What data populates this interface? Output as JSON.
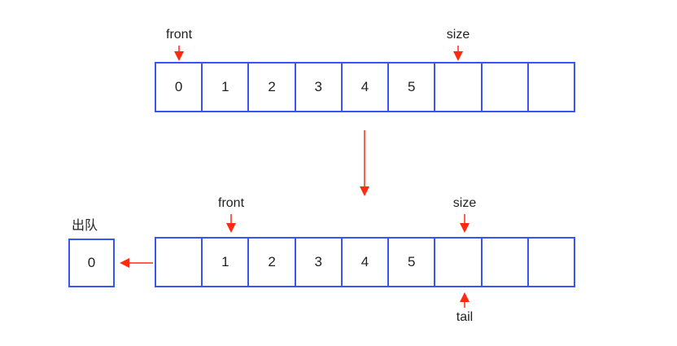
{
  "before": {
    "cells": [
      "0",
      "1",
      "2",
      "3",
      "4",
      "5",
      "",
      "",
      ""
    ],
    "front_label": "front",
    "size_label": "size"
  },
  "after": {
    "cells": [
      "",
      "1",
      "2",
      "3",
      "4",
      "5",
      "",
      "",
      ""
    ],
    "front_label": "front",
    "size_label": "size",
    "tail_label": "tail"
  },
  "dequeue": {
    "label": "出队",
    "value": "0"
  },
  "colors": {
    "cell_border": "#3a55f0",
    "arrow": "#ff2a10"
  }
}
